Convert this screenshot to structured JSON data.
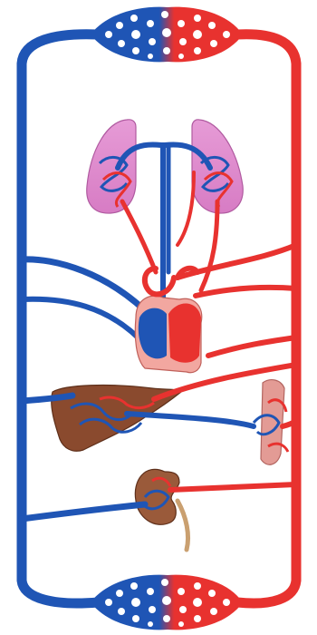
{
  "diagram": {
    "subject": "circulatory-system",
    "colors": {
      "venous": "#1f55b5",
      "arterial": "#e8322f",
      "lung": "#e78fcf",
      "lung_outline": "#b05aa0",
      "heart_left": "#e8322f",
      "heart_right": "#1f55b5",
      "heart_atrium": "#f2a7a0",
      "liver": "#8a4a2e",
      "kidney": "#9a5a3a",
      "muscle": "#e39b95",
      "background": "#ffffff"
    },
    "components": [
      {
        "id": "upper-capillary-bed",
        "kind": "capillary-network"
      },
      {
        "id": "lungs",
        "kind": "organ"
      },
      {
        "id": "heart",
        "kind": "organ"
      },
      {
        "id": "liver",
        "kind": "organ"
      },
      {
        "id": "muscle",
        "kind": "tissue"
      },
      {
        "id": "kidney",
        "kind": "organ"
      },
      {
        "id": "lower-capillary-bed",
        "kind": "capillary-network"
      }
    ]
  }
}
